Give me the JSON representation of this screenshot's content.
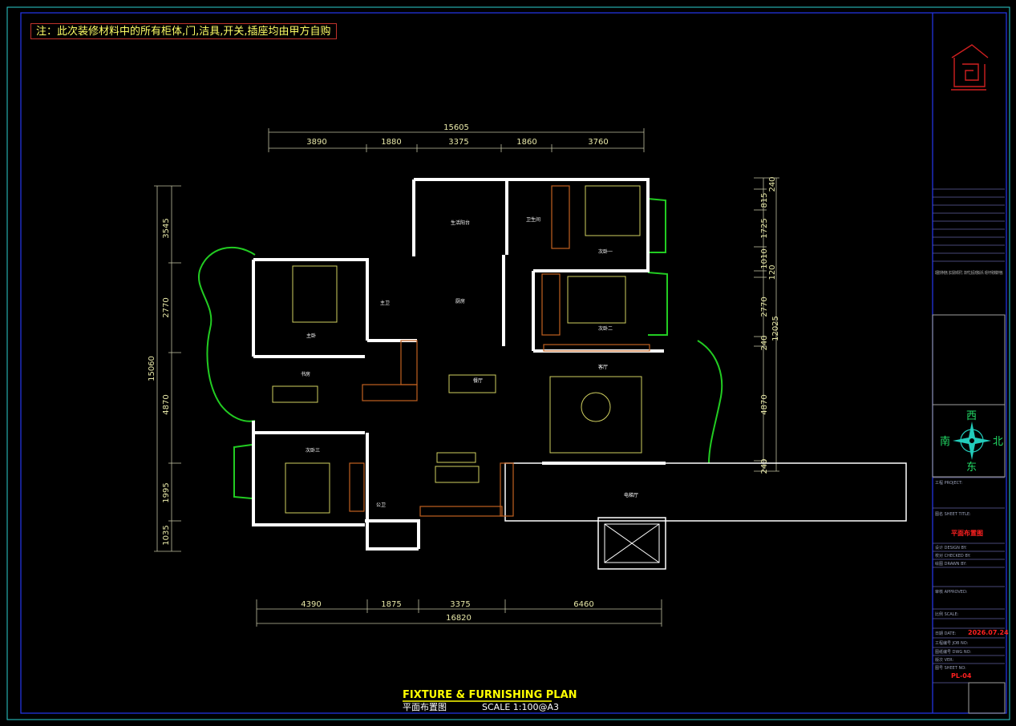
{
  "notice": "注：此次装修材料中的所有柜体,门,洁具,开关,插座均由甲方自购",
  "dimensions": {
    "top_total": "15605",
    "top": [
      "3890",
      "1880",
      "3375",
      "1860",
      "3760"
    ],
    "bottom_total": "16820",
    "bottom": [
      "4390",
      "1875",
      "3375",
      "6460"
    ],
    "left_total": "15060",
    "left": [
      "3545",
      "2770",
      "4870",
      "1995",
      "1035"
    ],
    "right_total": "12025",
    "right": [
      "240",
      "815",
      "1725",
      "1010",
      "120",
      "2770",
      "240",
      "4870",
      "240"
    ]
  },
  "rooms": {
    "balcony": "生活阳台",
    "guest_bath": "卫生间",
    "bedroom2": "次卧一",
    "bedroom3": "次卧二",
    "master_bedroom": "主卧",
    "master_bath": "主卫",
    "kitchen": "厨房",
    "study": "书房",
    "dining": "餐厅",
    "living": "客厅",
    "bedroom4": "次卧三",
    "public_bath": "公卫",
    "elevator_hall": "电梯厅"
  },
  "drawing_title": "FIXTURE & FURNISHING PLAN",
  "drawing_subtitle": "平面布置图",
  "scale": "SCALE 1:100@A3",
  "compass": {
    "west": "西",
    "south": "南",
    "north": "北",
    "east": "东"
  },
  "title_block": {
    "project_label": "工程 PROJECT:",
    "sheet_title_label": "图名 SHEET TITLE:",
    "sheet_title": "平面布置图",
    "design_label": "设计 DESIGN BY:",
    "check_label": "校对 CHECKED BY:",
    "draw_label": "绘图 DRAWN BY:",
    "approve_label": "审核 APPROVED:",
    "scale_label": "比例 SCALE:",
    "date_label": "日期 DATE:",
    "date": "2026.07.24",
    "job_label": "工程编号 JOB NO:",
    "drawing_no_label": "图纸编号 DWG NO:",
    "version_label": "版次 VER:",
    "sheet_no_label": "图号 SHEET NO:",
    "sheet_no": "PL-04",
    "notes_text": "本图纸仅供参考使用，施工前请核对现场尺寸，如有不符之处请及时通知设计师，未经许可不得复制或转作他用。"
  }
}
